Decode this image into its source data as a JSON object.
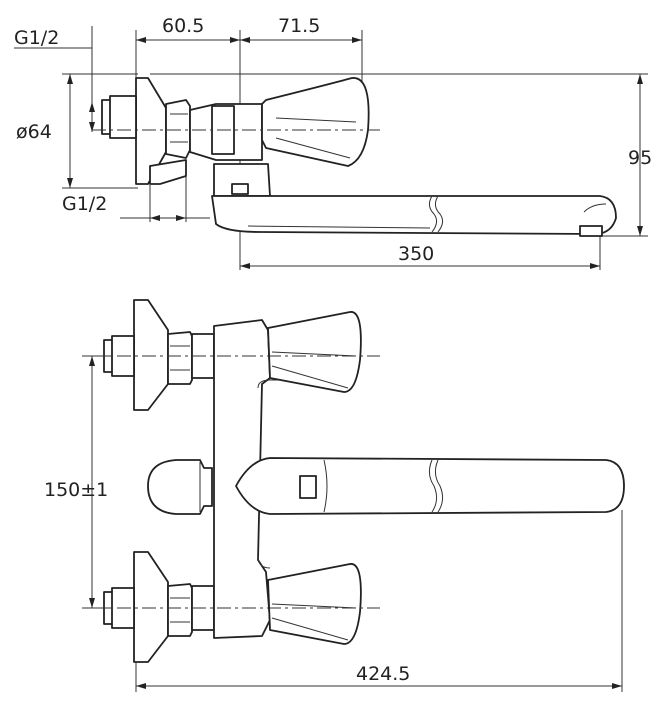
{
  "labels": {
    "g_top": "G1/2",
    "dia": "ø64",
    "g_bottom": "G1/2",
    "w1": "60.5",
    "w2": "71.5",
    "h_side": "95",
    "spout_len": "350",
    "spacing": "150±1",
    "total_len": "424.5"
  }
}
